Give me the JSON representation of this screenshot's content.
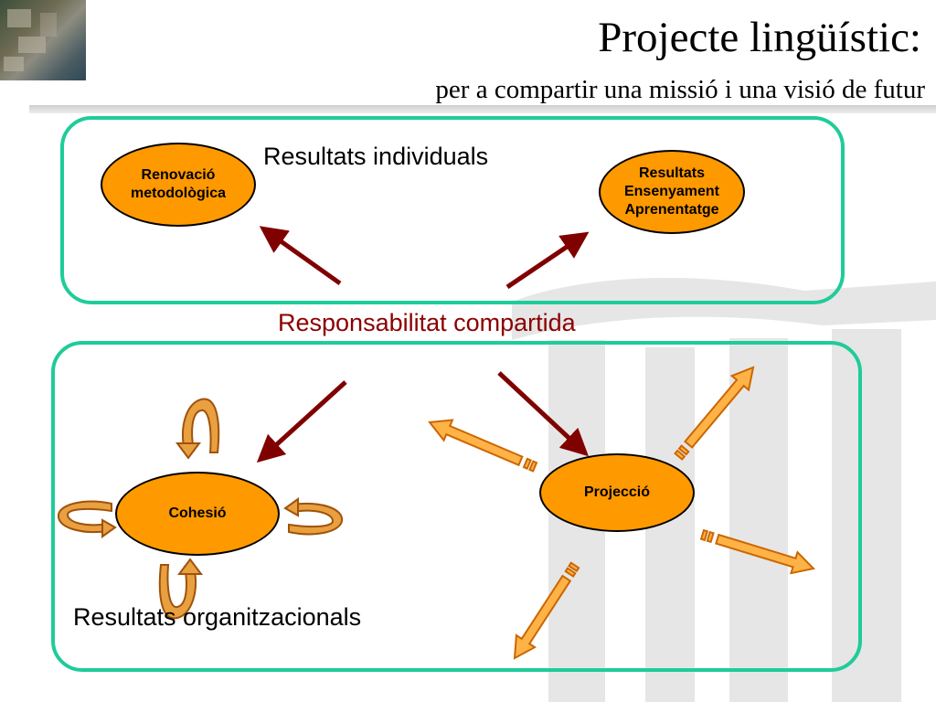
{
  "header": {
    "title": "Projecte lingüístic:",
    "subtitle": "per a compartir una missió i una visió de futur"
  },
  "labels": {
    "individual": "Resultats individuals",
    "organizational": "Resultats organitzacionals",
    "shared": "Responsabilitat compartida"
  },
  "nodes": {
    "renovacio": [
      "Renovació",
      "metodològica"
    ],
    "resultats": [
      "Resultats",
      "Ensenyament",
      "Aprenentatge"
    ],
    "cohesio": [
      "Cohesió"
    ],
    "projeccio": [
      "Projecció"
    ]
  },
  "colors": {
    "frame": "#1fcc99",
    "node_fill": "#ff9900",
    "dark_arrow": "#800000",
    "orange_arrow": "#ffb347",
    "orange_outline": "#cc6600",
    "shared_text": "#8b0000"
  }
}
